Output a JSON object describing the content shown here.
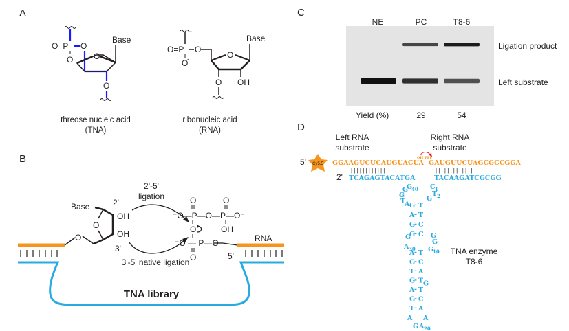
{
  "colors": {
    "orange": "#f7941d",
    "blue": "#29abe2",
    "tna_blue": "#1a1aff",
    "dark": "#231f20",
    "red": "#ee1c25",
    "gel_bg": "#e4e4e4"
  },
  "panelA": {
    "label": "A",
    "tna": {
      "base": "Base",
      "caption1": "threose nucleic acid",
      "caption2": "(TNA)",
      "o_eq_p": "O=P",
      "o1": "O",
      "o_minus": "O",
      "minus": "-",
      "ring_o": "O",
      "o3": "O"
    },
    "rna": {
      "base": "Base",
      "caption1": "ribonucleic acid",
      "caption2": "(RNA)",
      "o_eq_p": "O=P",
      "o5": "O",
      "o_minus": "O",
      "minus": "-",
      "ring_o": "O",
      "o3": "O",
      "oh": "OH"
    }
  },
  "panelB": {
    "label": "B",
    "base": "Base",
    "two_prime": "2'",
    "three_prime": "3'",
    "oh1": "OH",
    "oh2": "OH",
    "ring_o": "O",
    "o5": "O",
    "ligation_25_line1": "2'-5'",
    "ligation_25_line2": "ligation",
    "ligation_35": "3'-5' native ligation",
    "rna": "RNA",
    "five_prime": "5'",
    "library": "TNA library",
    "phosphate_top": "⁻O—P—O—P—O⁻",
    "phosphate_oh": "OH",
    "phosphate_bottom": "⁻O — P—O",
    "o": "O"
  },
  "panelC": {
    "label": "C",
    "lanes": [
      "NE",
      "PC",
      "T8-6"
    ],
    "band_labels": [
      "Ligation product",
      "Left substrate"
    ],
    "yield_label": "Yield (%)",
    "yields": [
      "",
      "29",
      "54"
    ],
    "band_intensity": {
      "product": [
        0,
        0.75,
        0.95
      ],
      "substrate": [
        1.0,
        0.85,
        0.7
      ]
    }
  },
  "panelD": {
    "label": "D",
    "left_title1": "Left RNA",
    "left_title2": "substrate",
    "right_title1": "Right RNA",
    "right_title2": "substrate",
    "five_prime": "5'",
    "two_prime": "2'",
    "dye": "Cy5.5",
    "oh": "OH",
    "ppp": "PPP",
    "left_rna": "GGAAGUCUCAUGUACUA",
    "right_rna": "GAUGUUCUAGCGCCGGA",
    "left_tna": "TCAGAGTACATGA",
    "right_tna": "TACAAGATCGCGG",
    "left_pairs": "| | | | | | | | | | | | |",
    "right_pairs": "| | | | | | | | | | | | |",
    "enzyme1": "TNA enzyme",
    "enzyme2": "T8-6",
    "stem_pairs": [
      [
        "G",
        "T"
      ],
      [
        "A",
        "T"
      ],
      [
        "G",
        "C"
      ],
      [
        "G",
        "C"
      ]
    ],
    "stem2_pairs": [
      [
        "A",
        "T"
      ],
      [
        "G",
        "C"
      ],
      [
        "T",
        "A"
      ],
      [
        "G",
        "T"
      ],
      [
        "A",
        "T"
      ],
      [
        "G",
        "C"
      ],
      [
        "T",
        "A"
      ]
    ],
    "loop_labels": {
      "g40": "G",
      "n40": "40",
      "c1": "C",
      "n1": "1",
      "t2": "T",
      "n2": "2",
      "a30": "A",
      "n30": "30",
      "g10": "G",
      "n10": "10",
      "a20": "A",
      "n20": "20"
    }
  }
}
